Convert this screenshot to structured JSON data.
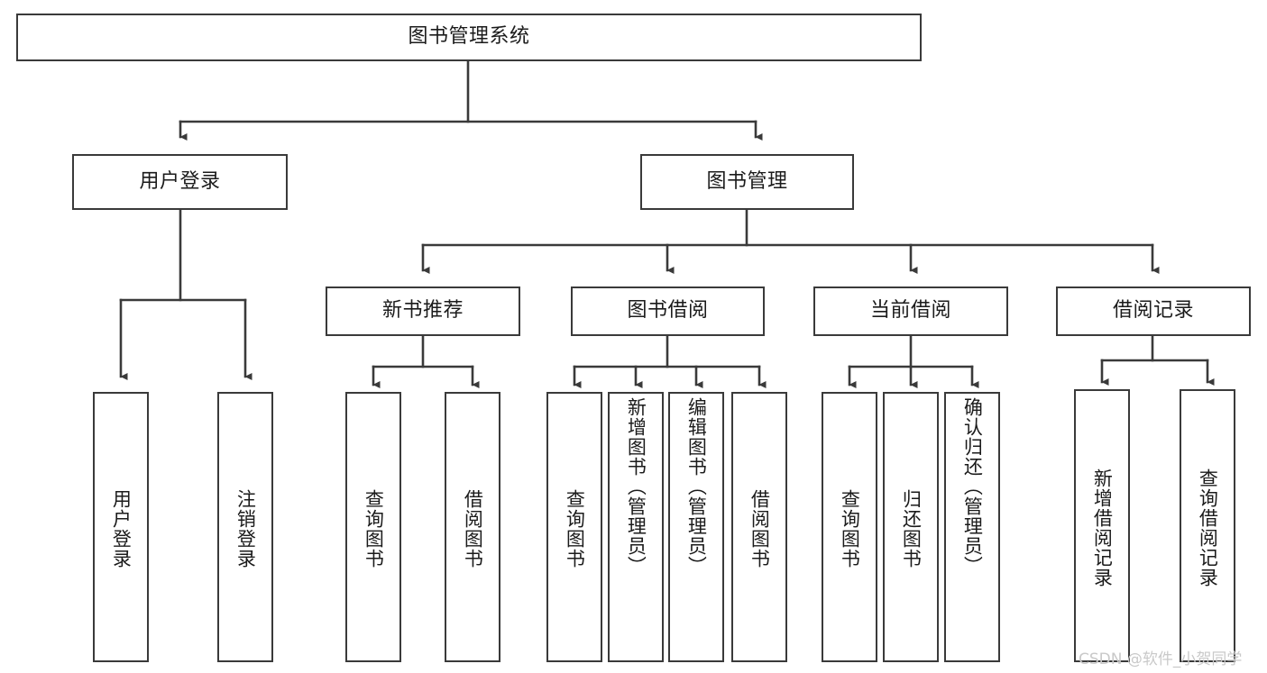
{
  "diagram": {
    "type": "tree-hierarchy-chart",
    "title_node": {
      "label": "图书管理系统"
    },
    "level2": [
      {
        "id": "user-login",
        "label": "用户登录"
      },
      {
        "id": "book-management",
        "label": "图书管理"
      }
    ],
    "level3": [
      {
        "id": "new-book-recommend",
        "label": "新书推荐"
      },
      {
        "id": "book-borrow",
        "label": "图书借阅"
      },
      {
        "id": "current-borrow",
        "label": "当前借阅"
      },
      {
        "id": "borrow-record",
        "label": "借阅记录"
      }
    ],
    "leaves": [
      {
        "id": "leaf-user-login",
        "label": "用户登录",
        "parent": "user-login"
      },
      {
        "id": "leaf-logout-login",
        "label": "注销登录",
        "parent": "user-login"
      },
      {
        "id": "leaf-query-book-1",
        "label": "查询图书",
        "parent": "new-book-recommend"
      },
      {
        "id": "leaf-borrow-book-1",
        "label": "借阅图书",
        "parent": "new-book-recommend"
      },
      {
        "id": "leaf-query-book-2",
        "label": "查询图书",
        "parent": "book-borrow"
      },
      {
        "id": "leaf-add-book",
        "label": "新增图书（管理员）",
        "parent": "book-borrow"
      },
      {
        "id": "leaf-edit-book",
        "label": "编辑图书（管理员）",
        "parent": "book-borrow"
      },
      {
        "id": "leaf-borrow-book-2",
        "label": "借阅图书",
        "parent": "book-borrow"
      },
      {
        "id": "leaf-query-book-3",
        "label": "查询图书",
        "parent": "current-borrow"
      },
      {
        "id": "leaf-return-book",
        "label": "归还图书",
        "parent": "current-borrow"
      },
      {
        "id": "leaf-confirm-return",
        "label": "确认归还（管理员）",
        "parent": "current-borrow"
      },
      {
        "id": "leaf-add-record",
        "label": "新增借阅记录",
        "parent": "borrow-record"
      },
      {
        "id": "leaf-query-record",
        "label": "查询借阅记录",
        "parent": "borrow-record"
      }
    ],
    "colors": {
      "stroke": "#3a3a3a",
      "fill": "#ffffff",
      "text": "#1b1b1b",
      "watermark": "#c9c9c9"
    }
  },
  "watermark": {
    "text": "CSDN @软件_小贺同学"
  }
}
